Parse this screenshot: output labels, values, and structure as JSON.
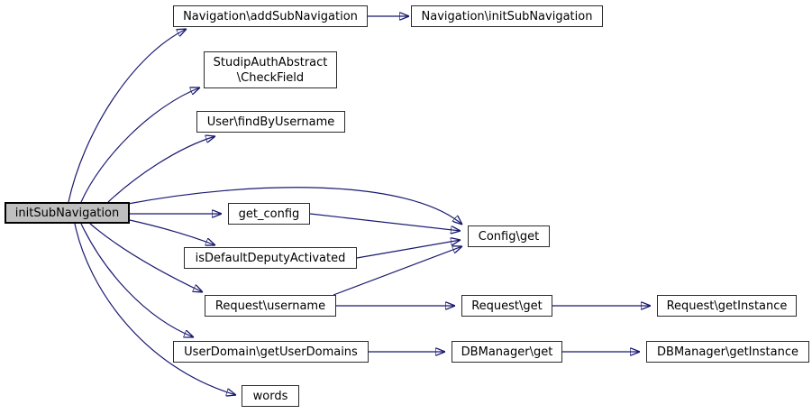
{
  "diagram": {
    "kind": "call-graph",
    "colors": {
      "background": "#ffffff",
      "edge": "#191970",
      "node_border": "#2b2b2b",
      "node_fill": "#ffffff",
      "highlight_fill": "#bfbfbf"
    },
    "nodes": {
      "self": {
        "label": "initSubNavigation",
        "highlighted": true
      },
      "add": {
        "label": "Navigation\\addSubNavigation"
      },
      "init2": {
        "label": "Navigation\\initSubNavigation"
      },
      "check": {
        "label_line1": "StudipAuthAbstract",
        "label_line2": "\\CheckField"
      },
      "find": {
        "label": "User\\findByUsername"
      },
      "get_config": {
        "label": "get_config"
      },
      "isdef": {
        "label": "isDefaultDeputyActivated"
      },
      "requname": {
        "label": "Request\\username"
      },
      "config_get": {
        "label": "Config\\get"
      },
      "req_get": {
        "label": "Request\\get"
      },
      "req_inst": {
        "label": "Request\\getInstance"
      },
      "userdom": {
        "label": "UserDomain\\getUserDomains"
      },
      "db_get": {
        "label": "DBManager\\get"
      },
      "db_inst": {
        "label": "DBManager\\getInstance"
      },
      "words": {
        "label": "words"
      }
    },
    "edges": [
      {
        "from": "initSubNavigation",
        "to": "Navigation\\addSubNavigation"
      },
      {
        "from": "Navigation\\addSubNavigation",
        "to": "Navigation\\initSubNavigation"
      },
      {
        "from": "initSubNavigation",
        "to": "StudipAuthAbstract\\CheckField"
      },
      {
        "from": "initSubNavigation",
        "to": "User\\findByUsername"
      },
      {
        "from": "initSubNavigation",
        "to": "Config\\get"
      },
      {
        "from": "initSubNavigation",
        "to": "get_config"
      },
      {
        "from": "initSubNavigation",
        "to": "isDefaultDeputyActivated"
      },
      {
        "from": "initSubNavigation",
        "to": "Request\\username"
      },
      {
        "from": "initSubNavigation",
        "to": "UserDomain\\getUserDomains"
      },
      {
        "from": "initSubNavigation",
        "to": "words"
      },
      {
        "from": "get_config",
        "to": "Config\\get"
      },
      {
        "from": "isDefaultDeputyActivated",
        "to": "Config\\get"
      },
      {
        "from": "Request\\username",
        "to": "Config\\get"
      },
      {
        "from": "Request\\username",
        "to": "Request\\get"
      },
      {
        "from": "Request\\get",
        "to": "Request\\getInstance"
      },
      {
        "from": "UserDomain\\getUserDomains",
        "to": "DBManager\\get"
      },
      {
        "from": "DBManager\\get",
        "to": "DBManager\\getInstance"
      }
    ]
  }
}
